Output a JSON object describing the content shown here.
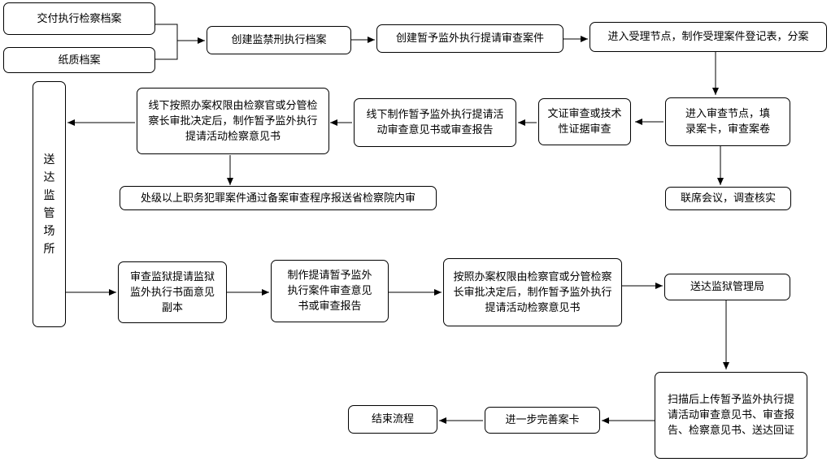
{
  "nodes": {
    "delivery_archive": "交付执行检察档案",
    "paper_archive": "纸质档案",
    "create_prison_archive": "创建监禁刑执行档案",
    "create_review_case": "创建暂予监外执行提请审查案件",
    "accept_node": "进入受理节点，制作受理案件登记表，分案",
    "review_node": "进入审查节点，填录案卡，审查案卷",
    "document_review": "文证审查或技术性证据审查",
    "offline_opinion": "线下制作暂予监外执行提请活动审查意见书或审查报告",
    "offline_approval": "线下按照办案权限由检察官或分管检察长审批决定后，制作暂予监外执行提请活动检察意见书",
    "joint_meeting": "联席会议，调查核实",
    "filing_review": "处级以上职务犯罪案件通过备案审查程序报送省检察院内审",
    "delivery_vertical": [
      "送",
      "达",
      "监",
      "管",
      "场",
      "所"
    ],
    "review_prison_copy": "审查监狱提请监狱监外执行书面意见副本",
    "make_opinion": "制作提请暂予监外执行案件审查意见书或审查报告",
    "approval_opinion": "按照办案权限由检察官或分管检察长审批决定后，制作暂予监外执行提请活动检察意见书",
    "send_prison_bureau": "送达监狱管理局",
    "scan_upload": "扫描后上传暂予监外执行提请活动审查意见书、审查报告、检察意见书、送达回证",
    "improve_card": "进一步完善案卡",
    "end_process": "结束流程"
  }
}
